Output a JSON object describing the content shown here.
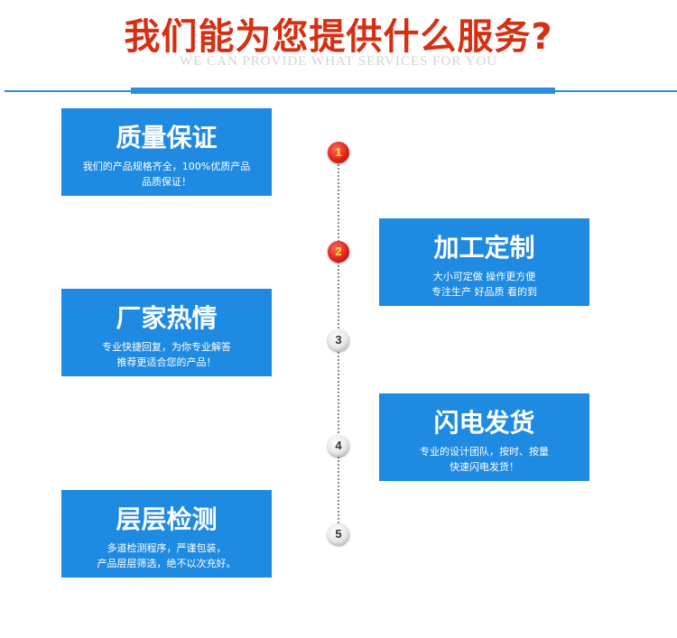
{
  "header": {
    "title": "我们能为您提供什么服务?",
    "subtitle": "WE CAN PROVIDE WHAT SERVICES FOR YOU"
  },
  "colors": {
    "title_red": "#d72f12",
    "accent_blue": "#1e8ae2",
    "subtitle_gray": "#d3d3d3"
  },
  "steps": [
    "1",
    "2",
    "3",
    "4",
    "5"
  ],
  "cards": [
    {
      "title": "质量保证",
      "desc_line1": "我们的产品规格齐全，100%优质产品",
      "desc_line2": "品质保证！"
    },
    {
      "title": "加工定制",
      "desc_line1": "大小可定做  操作更方便",
      "desc_line2": "专注生产  好品质  看的到"
    },
    {
      "title": "厂家热情",
      "desc_line1": "专业快捷回复，为你专业解答",
      "desc_line2": "推荐更适合您的产品！"
    },
    {
      "title": "闪电发货",
      "desc_line1": "专业的设计团队，按时、按量",
      "desc_line2": "快速闪电发货！"
    },
    {
      "title": "层层检测",
      "desc_line1": "多道检测程序，严谨包装，",
      "desc_line2": "产品层层筛选，绝不以次充好。"
    }
  ]
}
